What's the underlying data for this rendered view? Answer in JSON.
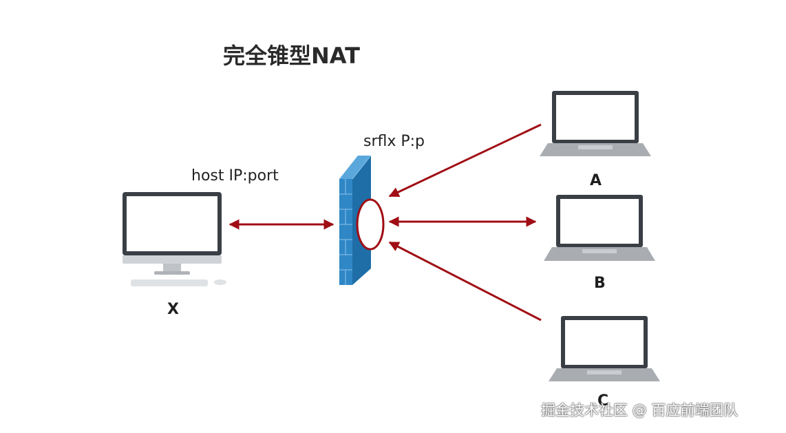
{
  "title": "完全锥型NAT",
  "labels": {
    "host": "host IP:port",
    "srflx": "srflx P:p"
  },
  "nodes": {
    "x": "X",
    "a": "A",
    "b": "B",
    "c": "C"
  },
  "watermark": "掘金技术社区 @ 百应前端团队",
  "colors": {
    "arrow": "#a00d14",
    "firewall": "#2f87c6",
    "monitor_frame": "#3a3f45",
    "laptop_base": "#a9adb2"
  }
}
